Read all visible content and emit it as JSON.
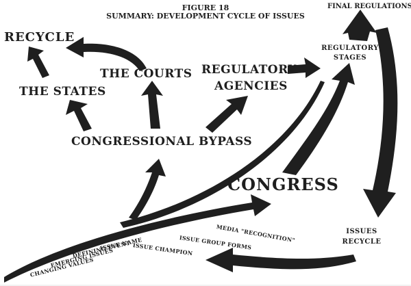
{
  "figure": {
    "number": "FIGURE 18",
    "title": "SUMMARY: DEVELOPMENT CYCLE OF ISSUES"
  },
  "nodes": {
    "final_regulations": "FINAL REGULATIONS",
    "recycle": "RECYCLE",
    "the_courts": "THE COURTS",
    "the_states": "THE STATES",
    "regulatory_agencies_line1": "REGULATORY",
    "regulatory_agencies_line2": "AGENCIES",
    "regulatory_stages_line1": "REGULATORY",
    "regulatory_stages_line2": "STAGES",
    "congressional_bypass": "CONGRESSIONAL BYPASS",
    "congress": "CONGRESS",
    "issues_recycle_line1": "ISSUES",
    "issues_recycle_line2": "RECYCLE"
  },
  "stages": [
    "CHANGING VALUES",
    "EMERGING ISSUES",
    "DEFINING EVENT",
    "ISSUE NAME",
    "ISSUE CHAMPION",
    "ISSUE GROUP FORMS",
    "MEDIA \"RECOGNITION\""
  ],
  "colors": {
    "arrow": "#1f1f1f",
    "text": "#1e1e1e",
    "background": "#ffffff"
  }
}
